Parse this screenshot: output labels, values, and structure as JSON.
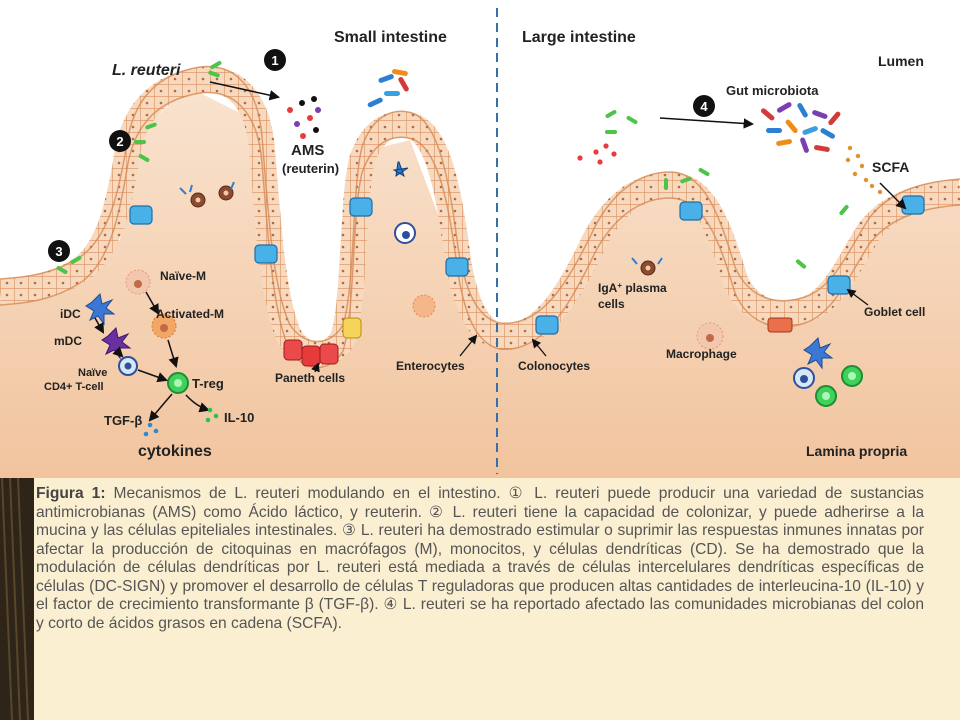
{
  "diagram": {
    "section_small": "Small intestine",
    "section_large": "Large intestine",
    "lumen": "Lumen",
    "lamina": "Lamina propria",
    "reuteri": "L. reuteri",
    "ams": "AMS",
    "reuterin": "(reuterin)",
    "gut_microbiota": "Gut microbiota",
    "scfa": "SCFA",
    "goblet": "Goblet cell",
    "iga_line1": "IgA",
    "iga_sup": "+",
    "iga_line1_rest": " plasma",
    "iga_line2": "cells",
    "macrophage": "Macrophage",
    "colonocytes": "Colonocytes",
    "enterocytes": "Enterocytes",
    "paneth": "Paneth cells",
    "naive_m": "Naïve-M",
    "activated_m": "Activated-M",
    "idc": "iDC",
    "mdc": "mDC",
    "naive_t1": "Naïve",
    "naive_t2": "CD4+ T-cell",
    "treg": "T-reg",
    "tgfb": "TGF-β",
    "il10": "IL-10",
    "cytokines": "cytokines",
    "step1": "1",
    "step2": "2",
    "step3": "3",
    "step4": "4"
  },
  "caption": {
    "label": "Figura 1:",
    "text": " Mecanismos de L. reuteri modulando en el intestino. ① L. reuteri puede producir una variedad de sustancias antimicrobianas (AMS) como Ácido láctico, y reuterin. ② L. reuteri tiene la capacidad de colonizar, y puede adherirse a la mucina y las células epiteliales intestinales. ③ L. reuteri ha demostrado estimular o suprimir las respuestas inmunes innatas por afectar la producción de citoquinas en macrófagos (M), monocitos, y células dendríticas (CD). Se ha demostrado que la modulación de células dendríticas por L. reuteri está mediada a través de células intercelulares dendríticas específicas de células (DC-SIGN) y promover el desarrollo de células T reguladoras que producen altas cantidades de interleucina-10 (IL-10) y el factor de crecimiento transformante β (TGF-β). ④ L. reuteri se ha reportado afectado las comunidades microbianas del colon y corto de ácidos grasos en cadena (SCFA)."
  }
}
